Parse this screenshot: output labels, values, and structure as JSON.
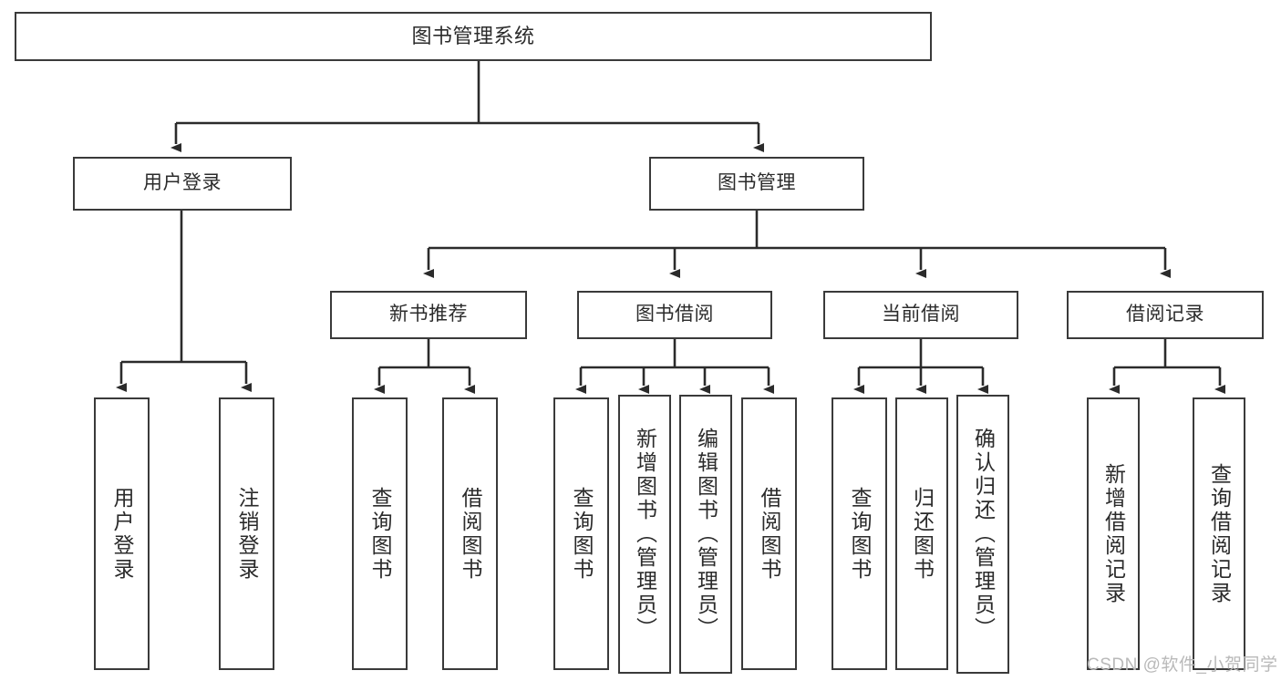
{
  "diagram": {
    "title": "图书管理系统",
    "type": "tree-hierarchy",
    "colors": {
      "box_border": "#3a3a3a",
      "box_fill": "#ffffff",
      "connector": "#2b2b2b",
      "text": "#2b2b2b",
      "watermark": "#b9b9b9",
      "background": "#ffffff"
    }
  },
  "root": {
    "label": "图书管理系统"
  },
  "level2": [
    {
      "label": "用户登录"
    },
    {
      "label": "图书管理"
    }
  ],
  "level3": [
    {
      "label": "新书推荐"
    },
    {
      "label": "图书借阅"
    },
    {
      "label": "当前借阅"
    },
    {
      "label": "借阅记录"
    }
  ],
  "leaves": {
    "user_login": [
      {
        "label": "用户登录"
      },
      {
        "label": "注销登录"
      }
    ],
    "new_book_recommend": [
      {
        "label": "查询图书"
      },
      {
        "label": "借阅图书"
      }
    ],
    "book_borrow": [
      {
        "label": "查询图书"
      },
      {
        "label": "新增图书（管理员）"
      },
      {
        "label": "编辑图书（管理员）"
      },
      {
        "label": "借阅图书"
      }
    ],
    "current_borrow": [
      {
        "label": "查询图书"
      },
      {
        "label": "归还图书"
      },
      {
        "label": "确认归还（管理员）"
      }
    ],
    "borrow_record": [
      {
        "label": "新增借阅记录"
      },
      {
        "label": "查询借阅记录"
      }
    ]
  },
  "watermark": {
    "text": "CSDN @软件_小贺同学"
  }
}
